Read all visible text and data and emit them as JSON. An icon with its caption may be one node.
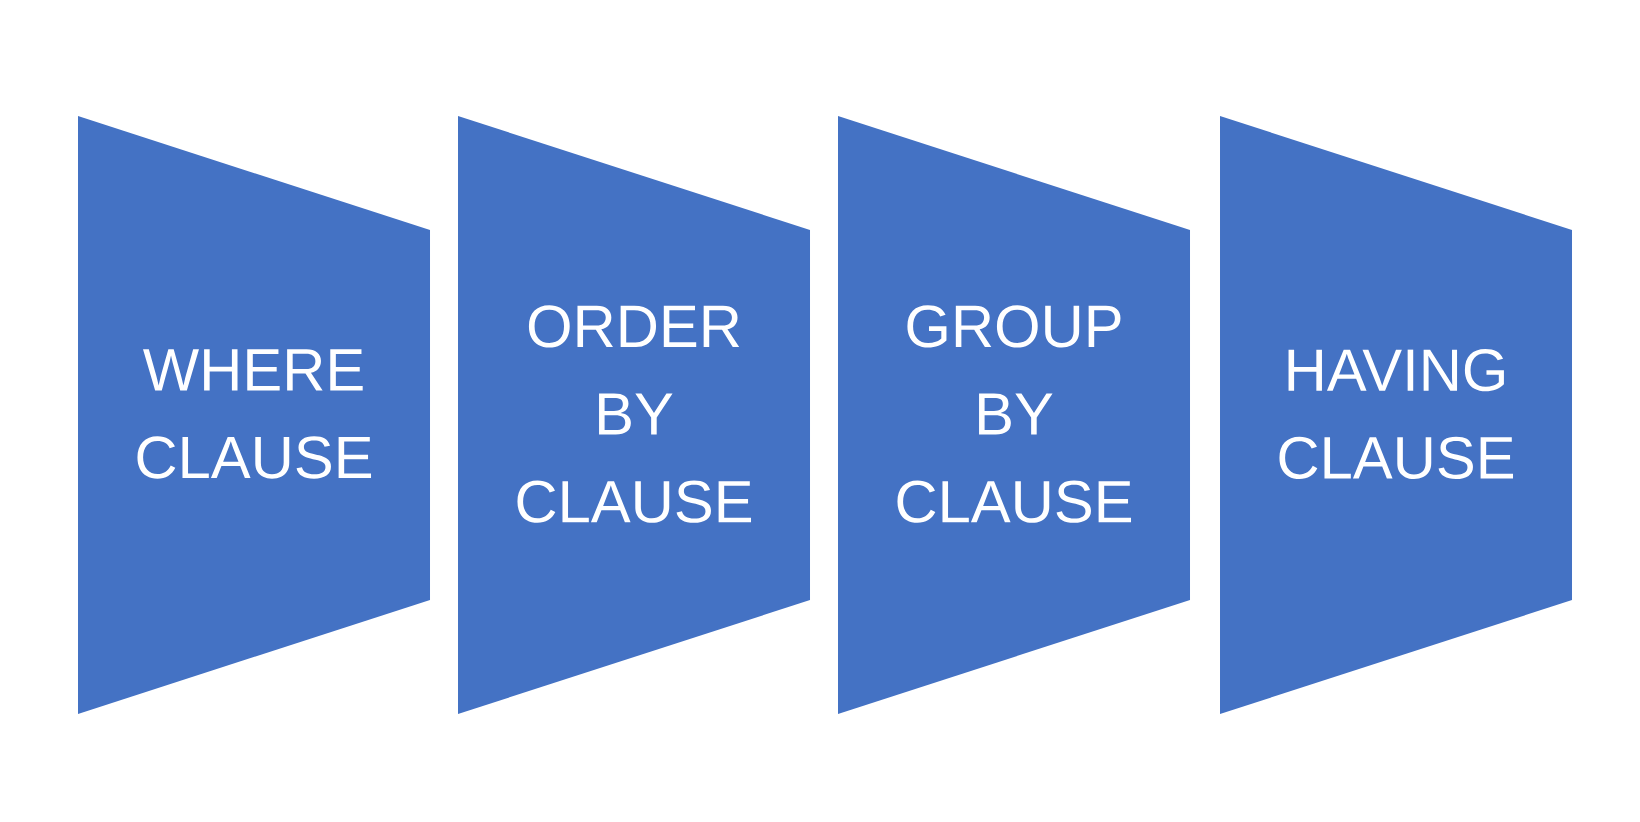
{
  "diagram": {
    "nodes": [
      {
        "text": [
          "WHERE CLAUSE"
        ]
      },
      {
        "text": [
          "ORDER BY CLAUSE"
        ]
      },
      {
        "text": [
          "GROUP BY CLAUSE"
        ]
      },
      {
        "text": [
          "HAVING CLAUSE"
        ]
      }
    ]
  }
}
